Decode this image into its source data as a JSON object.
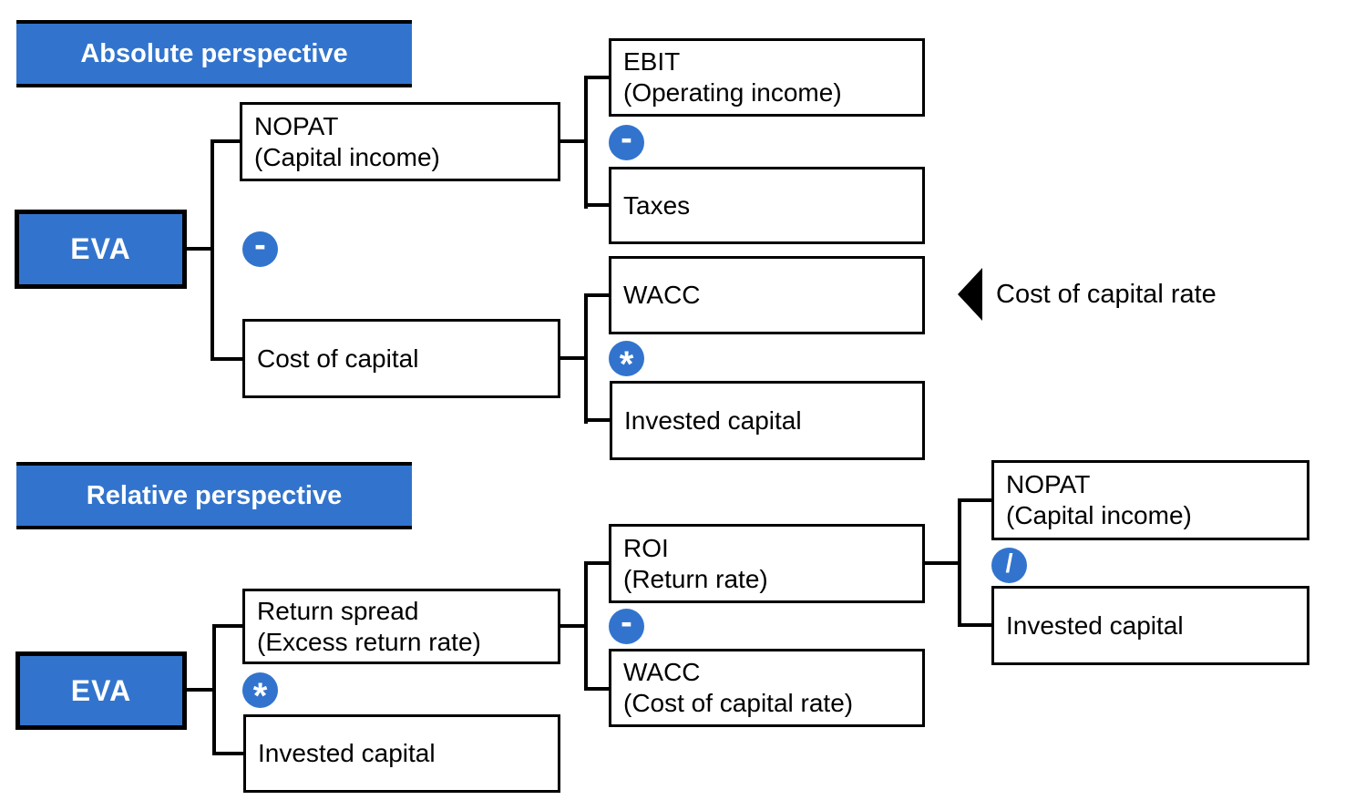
{
  "colors": {
    "accent_blue": "#3274CD",
    "line_black": "#000000",
    "box_bg": "#FFFFFF",
    "header_text": "#FFFFFF",
    "box_text": "#000000"
  },
  "absolute": {
    "header": "Absolute perspective",
    "eva": "EVA",
    "nopat": {
      "line1": "NOPAT",
      "line2": "(Capital income)"
    },
    "cost_of_capital": {
      "line1": "Cost of capital",
      "line2": ""
    },
    "ebit": {
      "line1": "EBIT",
      "line2": "(Operating income)"
    },
    "taxes": {
      "line1": "Taxes",
      "line2": ""
    },
    "wacc": {
      "line1": "WACC",
      "line2": ""
    },
    "invested_capital": {
      "line1": "Invested capital",
      "line2": ""
    },
    "operators": {
      "eva_minus": "-",
      "ebit_minus": "-",
      "wacc_multiply": "*"
    },
    "annotation": {
      "label": "Cost of capital rate",
      "icon": "left-arrow"
    }
  },
  "relative": {
    "header": "Relative perspective",
    "eva": "EVA",
    "return_spread": {
      "line1": "Return spread",
      "line2": "(Excess return rate)"
    },
    "invested_capital": {
      "line1": "Invested capital",
      "line2": ""
    },
    "roi": {
      "line1": "ROI",
      "line2": "(Return rate)"
    },
    "wacc": {
      "line1": "WACC",
      "line2": "(Cost of capital rate)"
    },
    "nopat": {
      "line1": "NOPAT",
      "line2": "(Capital income)"
    },
    "invested_capital_right": {
      "line1": "Invested capital",
      "line2": ""
    },
    "operators": {
      "eva_multiply": "*",
      "roi_minus": "-",
      "nopat_divide": "/"
    }
  }
}
